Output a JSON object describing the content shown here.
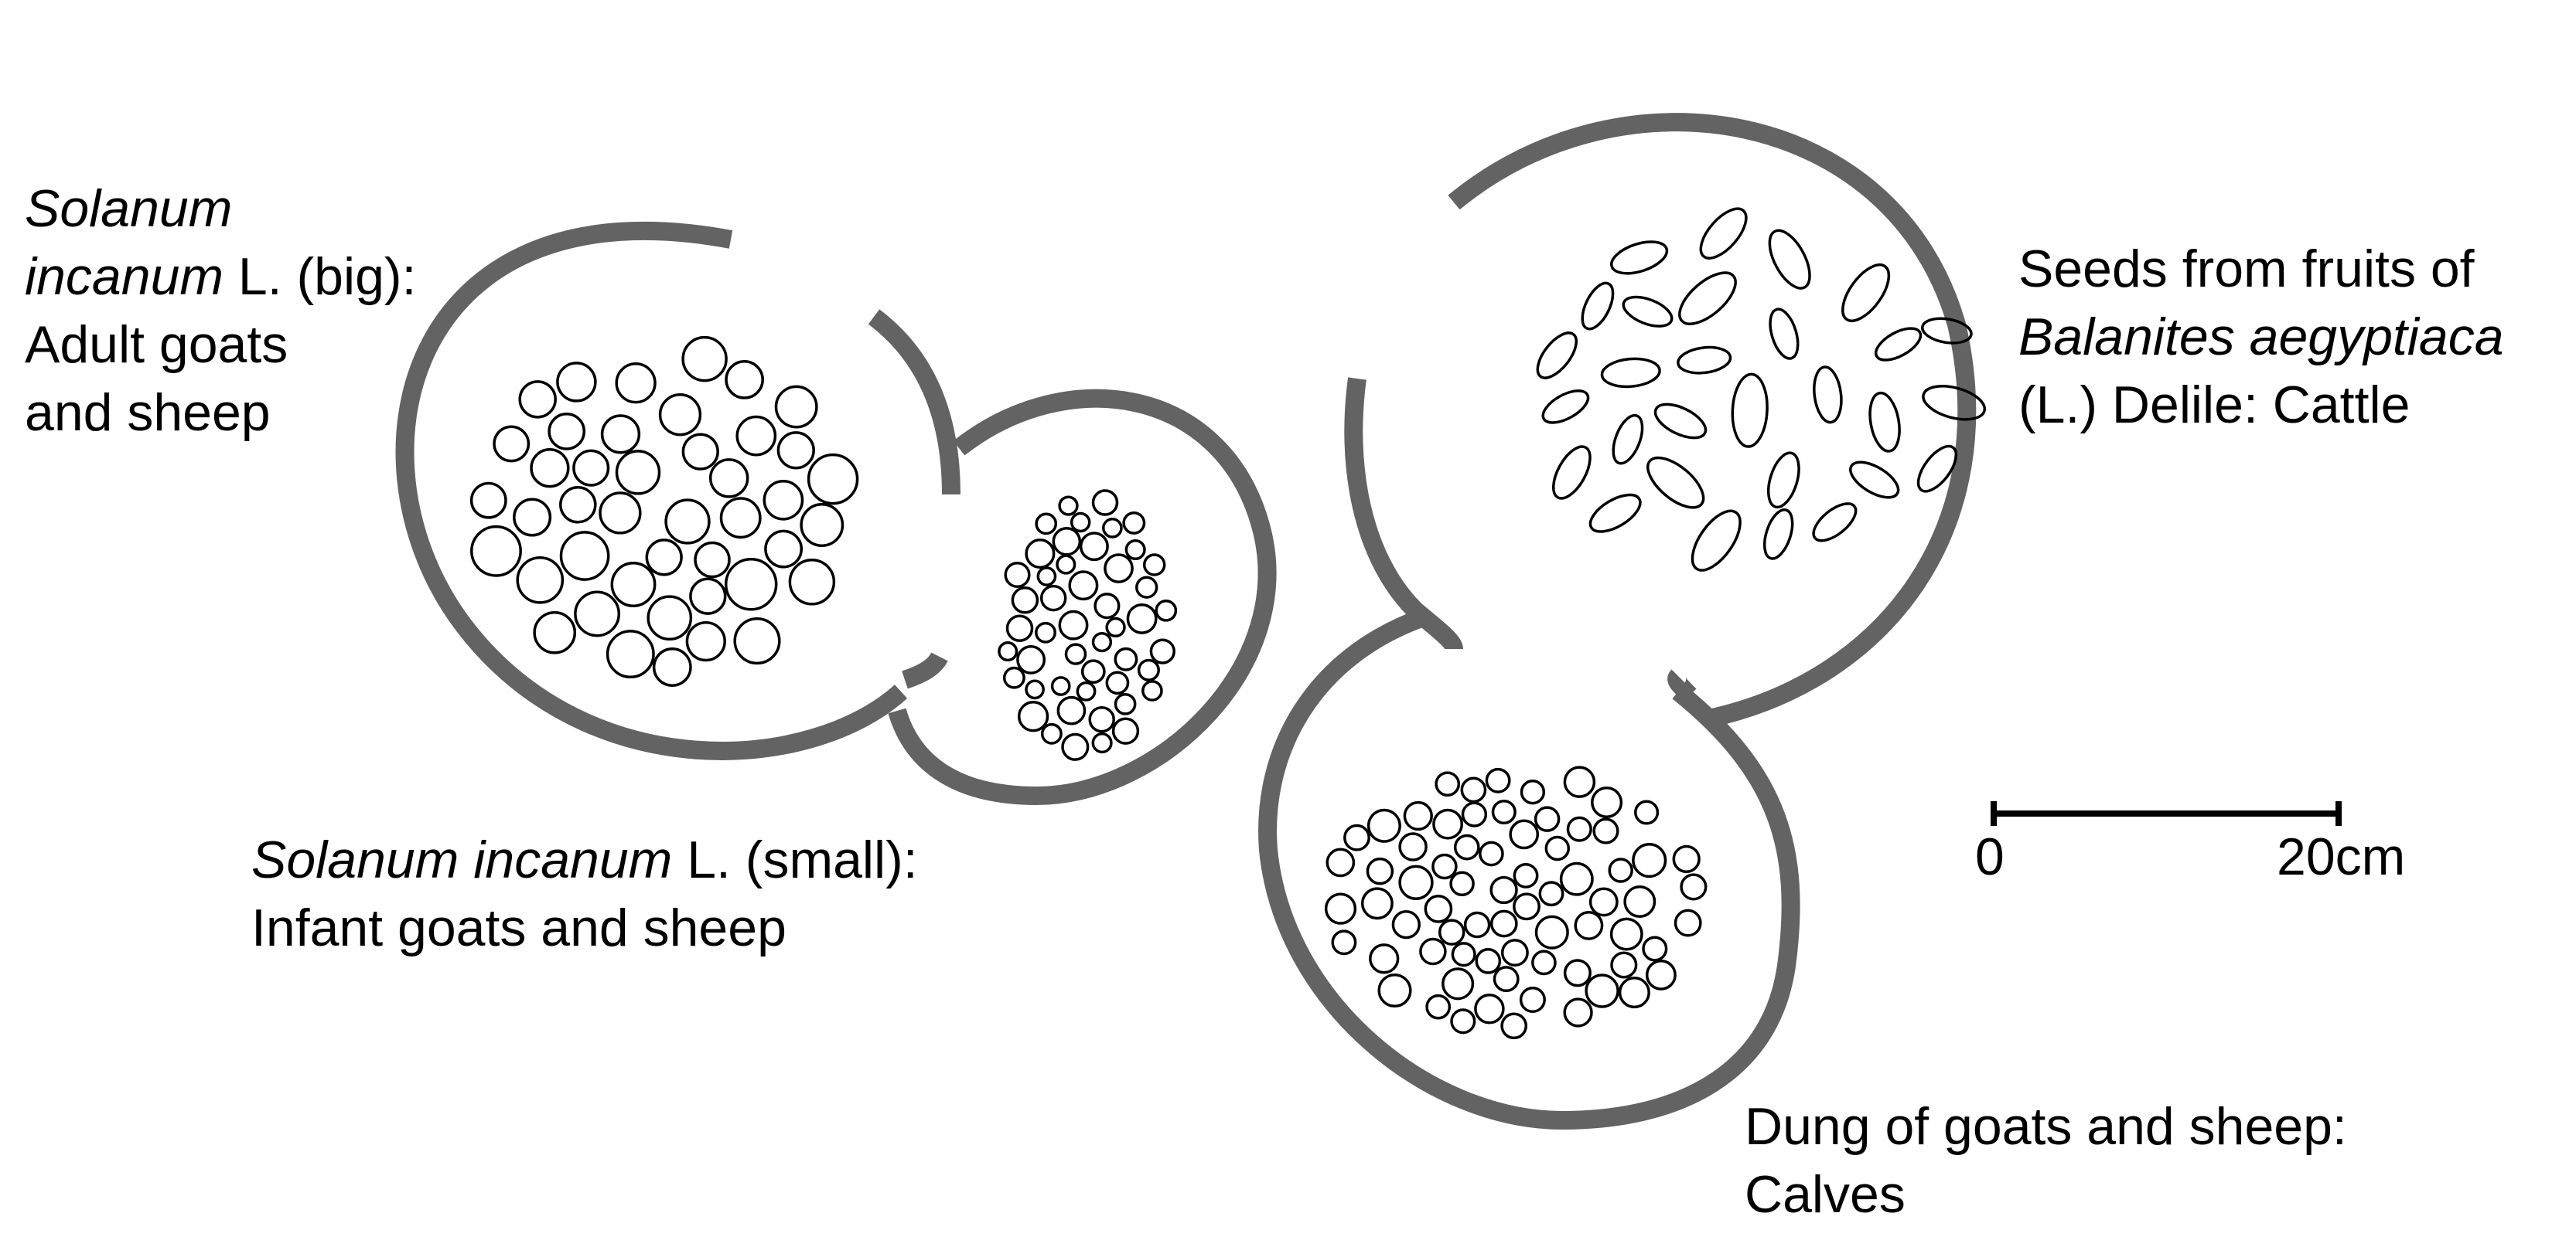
{
  "labels": {
    "big": {
      "line1_italic": "Solanum",
      "line2_italic": "incanum",
      "line2_rest": " L. (big):",
      "line3": "Adult goats",
      "line4": "and sheep"
    },
    "small": {
      "line1_italic": "Solanum incanum",
      "line1_rest": " L. (small):",
      "line2": "Infant goats and sheep"
    },
    "balanites": {
      "line1": "Seeds from fruits of",
      "line2_italic": "Balanites aegyptiaca",
      "line3": "(L.) Delile: Cattle"
    },
    "dung": {
      "line1": "Dung of goats and sheep:",
      "line2": "Calves"
    }
  },
  "scale_bar": {
    "start_label": "0",
    "end_label": "20cm"
  },
  "colors": {
    "outline": "#636363",
    "seed_stroke": "#000000",
    "background": "#ffffff"
  }
}
